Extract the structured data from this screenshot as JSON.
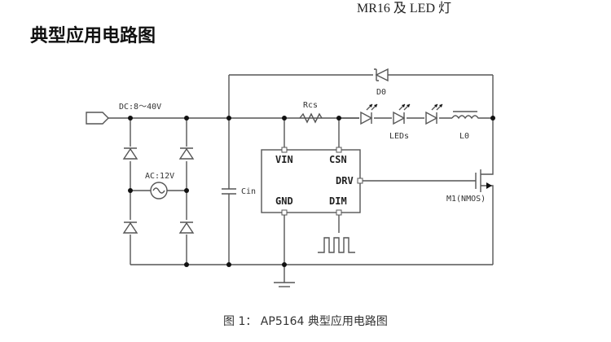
{
  "header": {
    "text": "MR16 及 LED  灯"
  },
  "title": "典型应用电路图",
  "caption": "图 1：  AP5164 典型应用电路图",
  "labels": {
    "dc": "DC:8～40V",
    "ac": "AC:12V",
    "cin": "Cin",
    "rcs": "Rcs",
    "d0": "D0",
    "leds": "LEDs",
    "l0": "L0",
    "m1": "M1(NMOS)"
  },
  "ic_pins": {
    "vin": "VIN",
    "csn": "CSN",
    "drv": "DRV",
    "gnd": "GND",
    "dim": "DIM"
  },
  "colors": {
    "wire": "#555555",
    "text": "#222222"
  }
}
